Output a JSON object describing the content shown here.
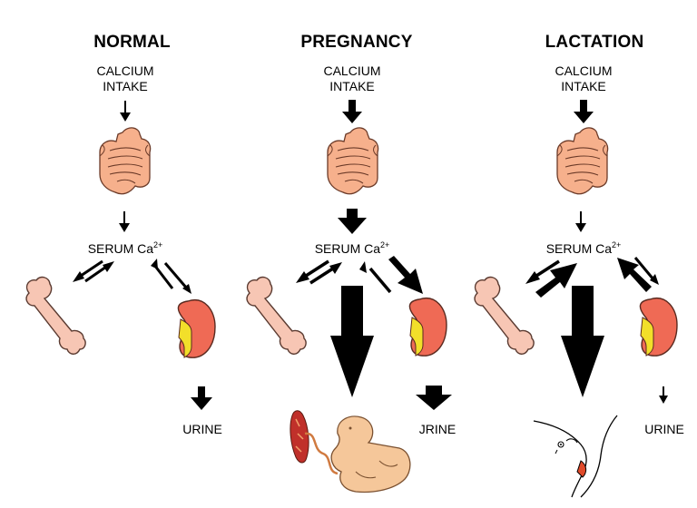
{
  "columns": [
    {
      "title": "NORMAL",
      "intake_line1": "CALCIUM",
      "intake_line2": "INTAKE",
      "serum": "SERUM Ca",
      "serum_sup": "2+",
      "urine": "URINE"
    },
    {
      "title": "PREGNANCY",
      "intake_line1": "CALCIUM",
      "intake_line2": "INTAKE",
      "serum": "SERUM Ca",
      "serum_sup": "2+",
      "urine": "JRINE"
    },
    {
      "title": "LACTATION",
      "intake_line1": "CALCIUM",
      "intake_line2": "INTAKE",
      "serum": "SERUM Ca",
      "serum_sup": "2+",
      "urine": "URINE"
    }
  ],
  "colors": {
    "intestine": "#f6b08c",
    "intestine_stroke": "#6b3a28",
    "bone": "#f7c6b4",
    "kidney": "#ef6a55",
    "kidney_pelvis": "#f2df2a",
    "fetus": "#f5c79a",
    "placenta": "#c0302a"
  }
}
